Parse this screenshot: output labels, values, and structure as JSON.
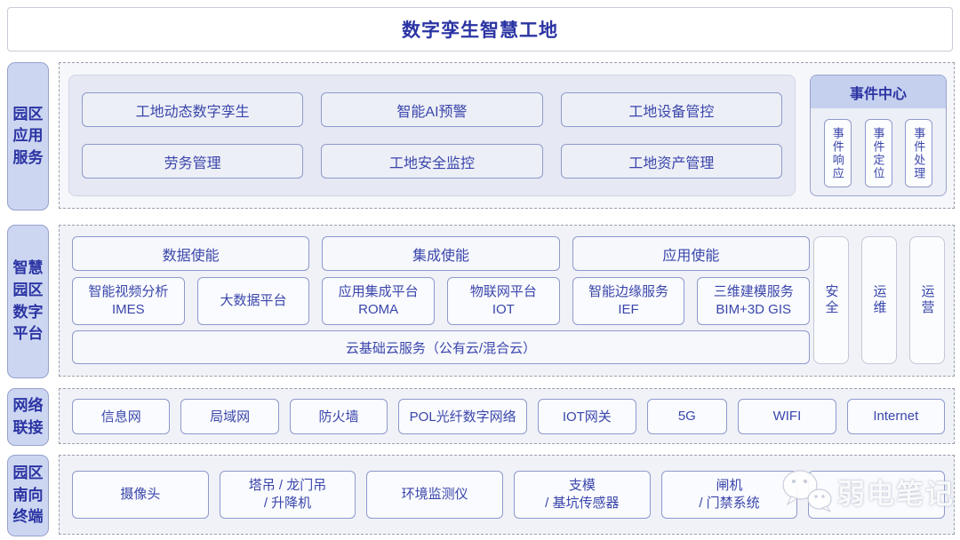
{
  "title": "数字孪生智慧工地",
  "colors": {
    "accent_text": "#2b34a3",
    "box_text": "#3a46ab",
    "box_border": "#8e99cc",
    "sidebar_fill": "#ccd6f1",
    "panel_fill": "#e6e9f3",
    "event_header_fill": "#c5d0ee"
  },
  "sidebar": {
    "items": [
      {
        "id": "app-services",
        "label": "园区\n应用\n服务"
      },
      {
        "id": "digital-platform",
        "label": "智慧\n园区\n数字\n平台"
      },
      {
        "id": "network",
        "label": "网络\n联接"
      },
      {
        "id": "terminals",
        "label": "园区\n南向\n终端"
      }
    ]
  },
  "app_layer": {
    "boxes": [
      "工地动态数字孪生",
      "智能AI预警",
      "工地设备管控",
      "劳务管理",
      "工地安全监控",
      "工地资产管理"
    ],
    "event_center": {
      "title": "事件中心",
      "items": [
        "事件响应",
        "事件定位",
        "事件处理"
      ]
    }
  },
  "platform_layer": {
    "enablers": [
      "数据使能",
      "集成使能",
      "应用使能"
    ],
    "services": [
      "智能视频分析\nIMES",
      "大数据平台",
      "应用集成平台\nROMA",
      "物联网平台\nIOT",
      "智能边缘服务\nIEF",
      "三维建模服务\nBIM+3D GIS"
    ],
    "cloud": "云基础云服务（公有云/混合云）",
    "pillars": [
      "安全",
      "运维",
      "运营"
    ]
  },
  "network_layer": {
    "boxes": [
      "信息网",
      "局域网",
      "防火墙",
      "POL光纤数字网络",
      "IOT网关",
      "5G",
      "WIFI",
      "Internet"
    ]
  },
  "terminal_layer": {
    "boxes": [
      "摄像头",
      "塔吊 / 龙门吊\n/ 升降机",
      "环境监测仪",
      "支模\n/ 基坑传感器",
      "闸机\n/ 门禁系统",
      ""
    ]
  },
  "watermark": {
    "icon": "wechat-icon",
    "label": "弱电笔记"
  }
}
